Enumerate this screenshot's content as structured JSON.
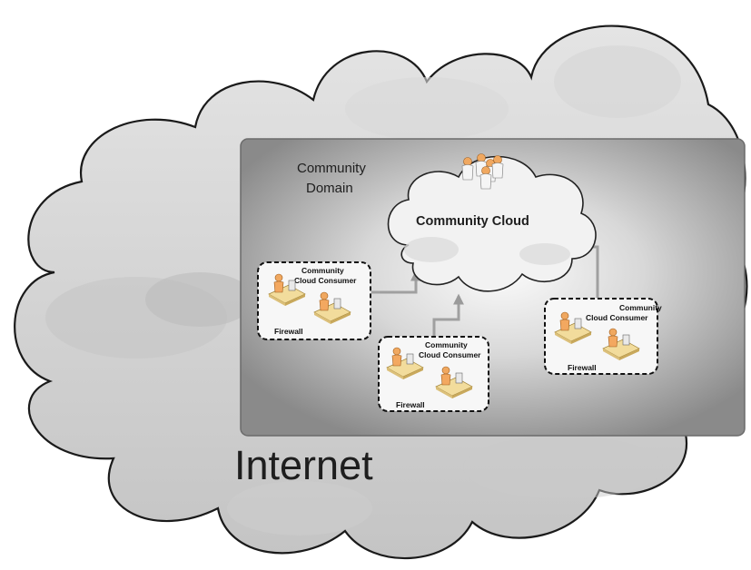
{
  "outer_cloud": {
    "label": "Internet"
  },
  "domain": {
    "label_line1": "Community",
    "label_line2": "Domain"
  },
  "community_cloud": {
    "label": "Community Cloud"
  },
  "consumers": [
    {
      "label_line1": "Community",
      "label_line2": "Cloud Consumer",
      "firewall": "Firewall"
    },
    {
      "label_line1": "Community",
      "label_line2": "Cloud Consumer",
      "firewall": "Firewall"
    },
    {
      "label_line1": "Community",
      "label_line2": "Cloud Consumer",
      "firewall": "Firewall"
    }
  ],
  "colors": {
    "outer_cloud": "#d2d2d2",
    "domain_dark": "#8a8a8a",
    "domain_light": "#f2f2f2",
    "arrow": "#a0a0a0",
    "person": "#f0a860",
    "desk": "#f2dc9c"
  }
}
